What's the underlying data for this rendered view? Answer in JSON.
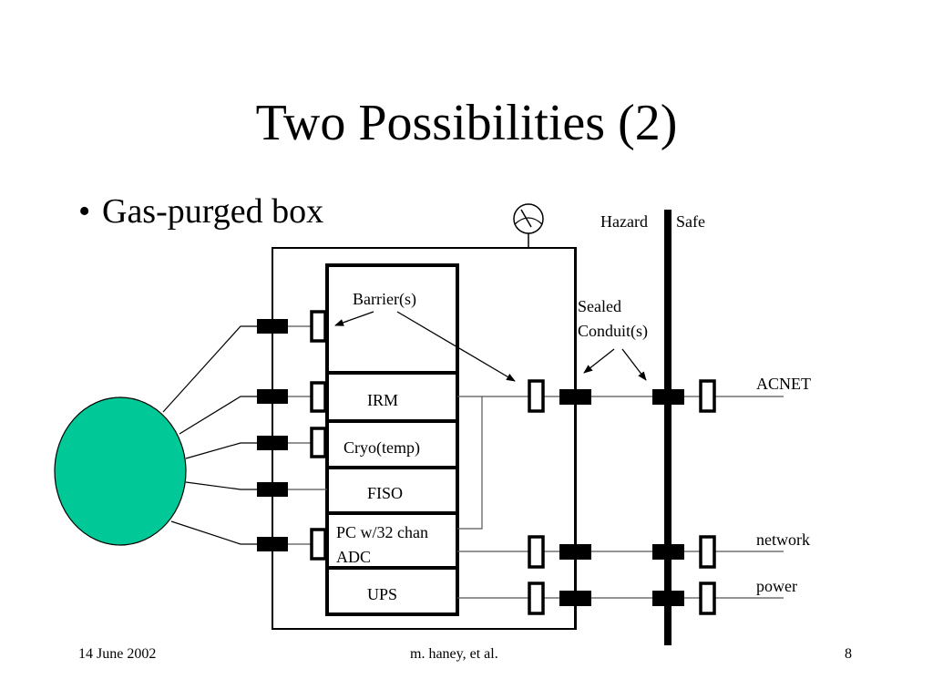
{
  "slide": {
    "title": "Two Possibilities (2)",
    "bullet": "Gas-purged box",
    "bullet_marker": "•"
  },
  "diagram": {
    "zone_labels": {
      "hazard": "Hazard",
      "safe": "Safe"
    },
    "annotations": {
      "barriers": "Barrier(s)",
      "sealed_line1": "Sealed",
      "sealed_line2": "Conduit(s)"
    },
    "modules": [
      {
        "id": "irm",
        "label": "IRM"
      },
      {
        "id": "cryo",
        "label": "Cryo(temp)"
      },
      {
        "id": "fiso",
        "label": "FISO"
      },
      {
        "id": "pc",
        "label_line1": "PC w/32 chan",
        "label_line2": "ADC"
      },
      {
        "id": "ups",
        "label": "UPS"
      }
    ],
    "external_links": [
      "ACNET",
      "network",
      "power"
    ],
    "colors": {
      "detector_fill": "#00c896",
      "line": "#000000",
      "thin_line": "#555555"
    },
    "icons": [
      "pressure-gauge-icon",
      "detector-circle"
    ]
  },
  "footer": {
    "date": "14 June 2002",
    "author": "m. haney, et al.",
    "page": "8"
  }
}
